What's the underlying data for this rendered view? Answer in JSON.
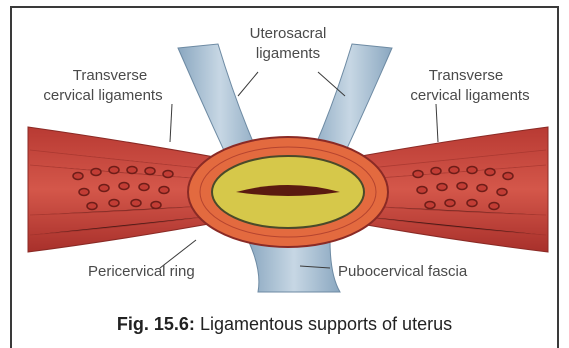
{
  "labels": {
    "uterosacral_line1": "Uterosacral",
    "uterosacral_line2": "ligaments",
    "transverse_left_line1": "Transverse",
    "transverse_left_line2": "cervical ligaments",
    "transverse_right_line1": "Transverse",
    "transverse_right_line2": "cervical ligaments",
    "pericervical": "Pericervical ring",
    "pubocervical": "Pubocervical fascia"
  },
  "caption": {
    "number": "Fig. 15.6:",
    "text": " Ligamentous supports of uterus"
  },
  "colors": {
    "ligament_red": "#c8463c",
    "ligament_dark": "#a2322c",
    "ring_orange": "#e0683c",
    "cervix_yellow": "#d2c447",
    "canal_dark": "#5a1a10",
    "fascia_blue": "#9fb9cf"
  }
}
